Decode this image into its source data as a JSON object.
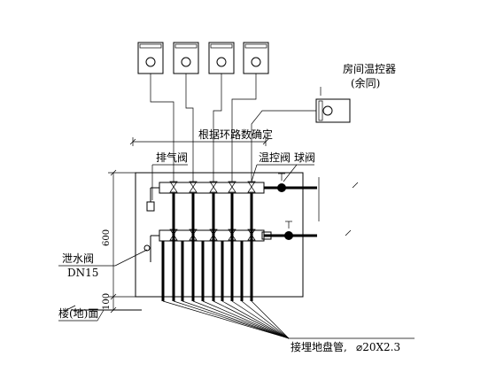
{
  "labels": {
    "room_thermostat": "房间温控器",
    "room_thermostat_note": "(余同)",
    "loop_count": "根据环路数确定",
    "air_vent": "排气阀",
    "thermo_valve": "温控阀",
    "ball_valve": "球阀",
    "drain_valve": "泄水阀",
    "drain_valve_size": "DN15",
    "floor": "楼(地)面",
    "floor_pipe": "接埋地盘管,",
    "floor_pipe_spec": "⌀20X2.3",
    "dim_height": "600",
    "dim_base": "100"
  },
  "icons": {
    "thermostat": "thermostat-icon",
    "valve": "valve-icon",
    "ball_valve": "ball-valve-icon",
    "break_mark": "break-line-icon"
  }
}
